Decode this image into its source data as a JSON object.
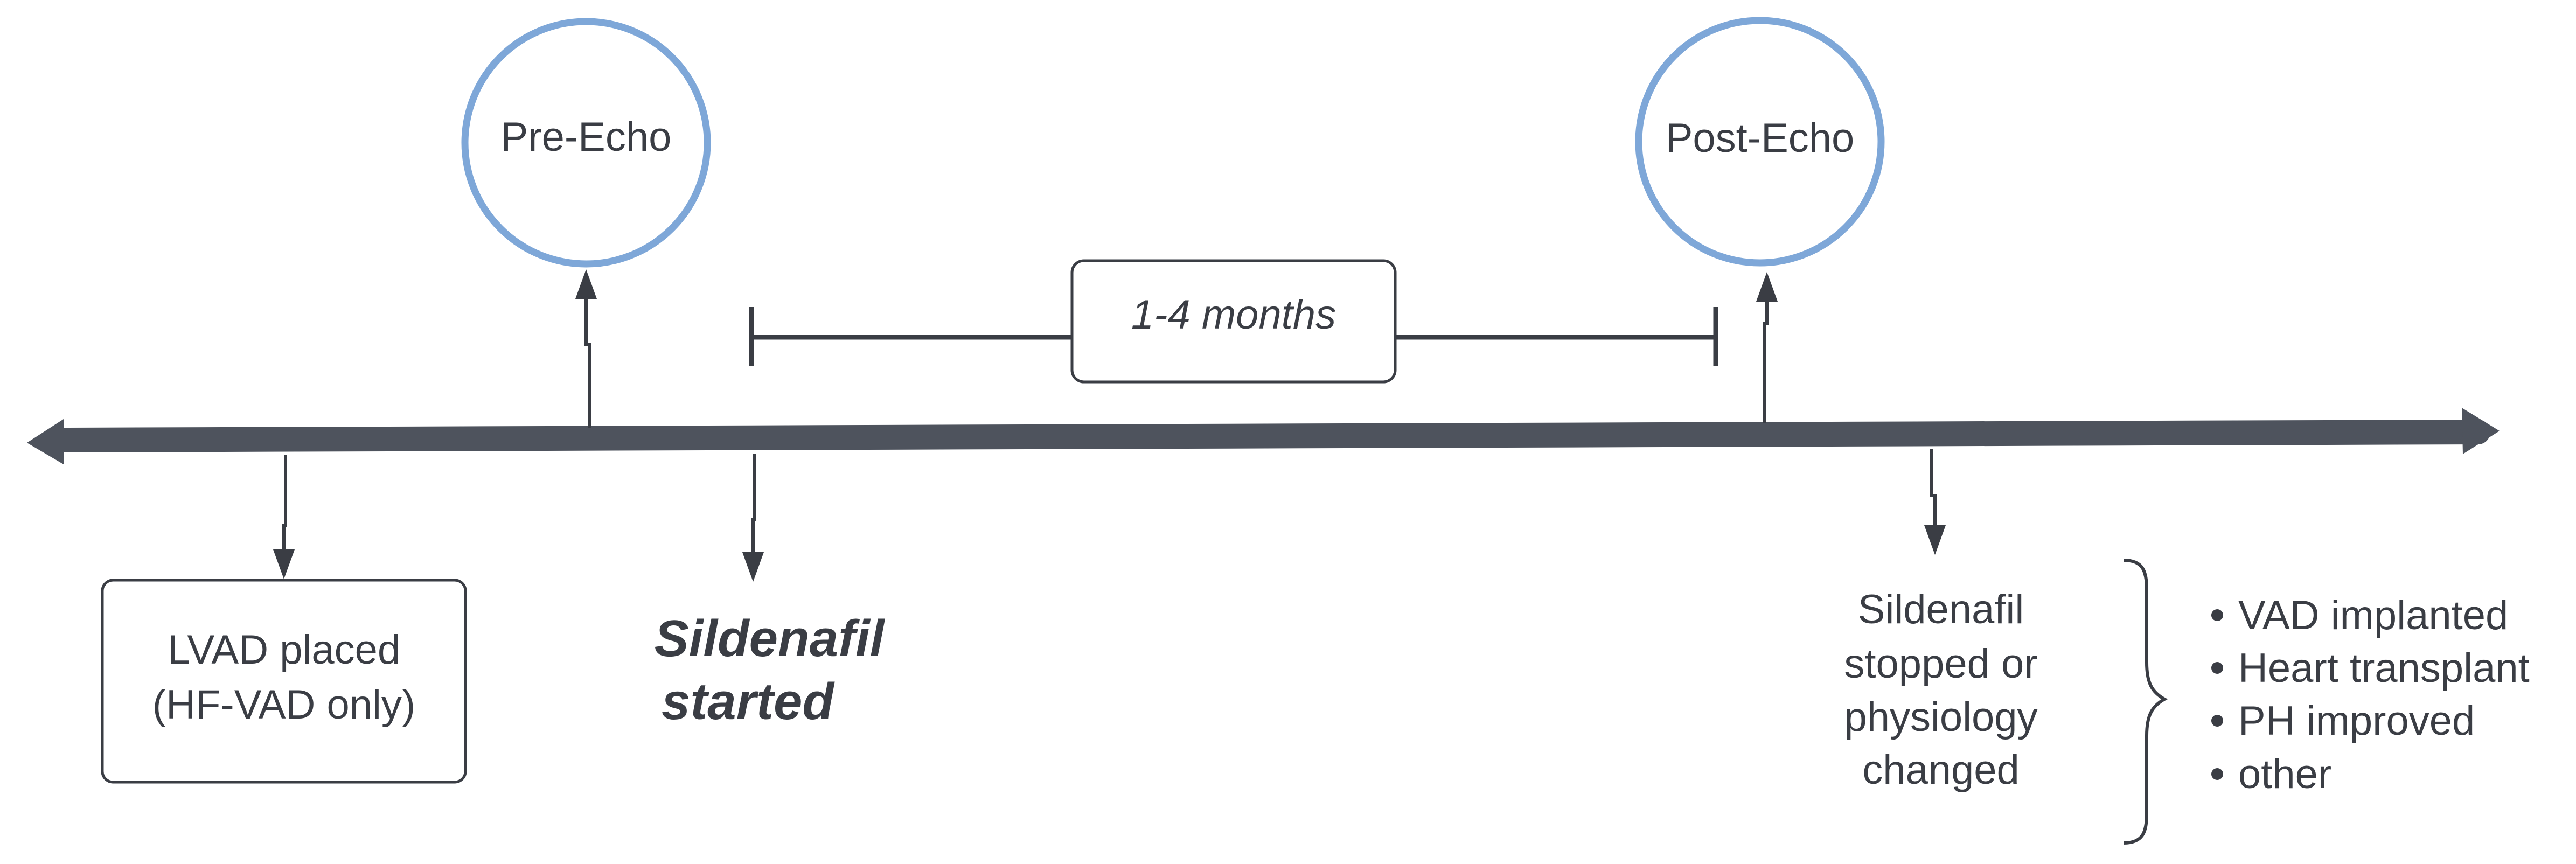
{
  "colors": {
    "timeline": "#4e535d",
    "connector": "#3a3d44",
    "circle_stroke": "#7ea7d8",
    "text": "#3a3d44"
  },
  "events": {
    "pre_echo": "Pre-Echo",
    "post_echo": "Post-Echo",
    "duration": "1-4 months",
    "lvad_line1": "LVAD placed",
    "lvad_line2": "(HF-VAD only)",
    "sildenafil_line1": "Sildenafil",
    "sildenafil_line2": "started",
    "stop_line1": "Sildenafil",
    "stop_line2": "stopped or",
    "stop_line3": "physiology",
    "stop_line4": "changed"
  },
  "reasons": [
    "VAD implanted",
    "Heart transplant",
    "PH improved",
    "other"
  ]
}
